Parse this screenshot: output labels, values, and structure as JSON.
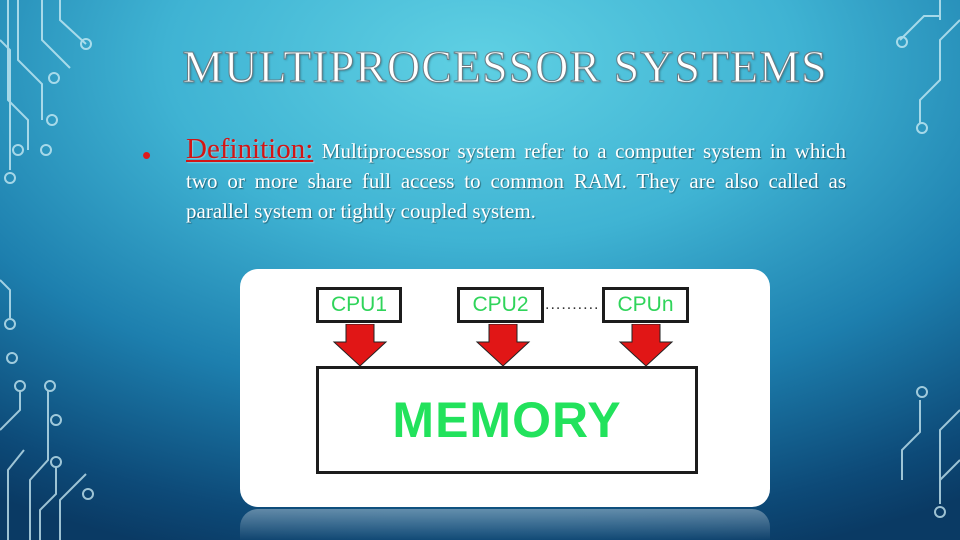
{
  "slide": {
    "title": "MULTIPROCESSOR SYSTEMS",
    "bullet": {
      "label": "Definition:",
      "text": " Multiprocessor system refer to a   computer system in which two or more share full access to common RAM. They are also called as parallel system or tightly coupled system."
    }
  },
  "figure": {
    "cpus": [
      "CPU1",
      "CPU2",
      "CPUn"
    ],
    "dots": "..........",
    "memory": "MEMORY"
  },
  "colors": {
    "bullet": "#e01b1b",
    "definition_label": "#d31515",
    "cpu_text": "#2fd45a",
    "memory_text": "#22e25c",
    "arrow": "#e11616"
  }
}
